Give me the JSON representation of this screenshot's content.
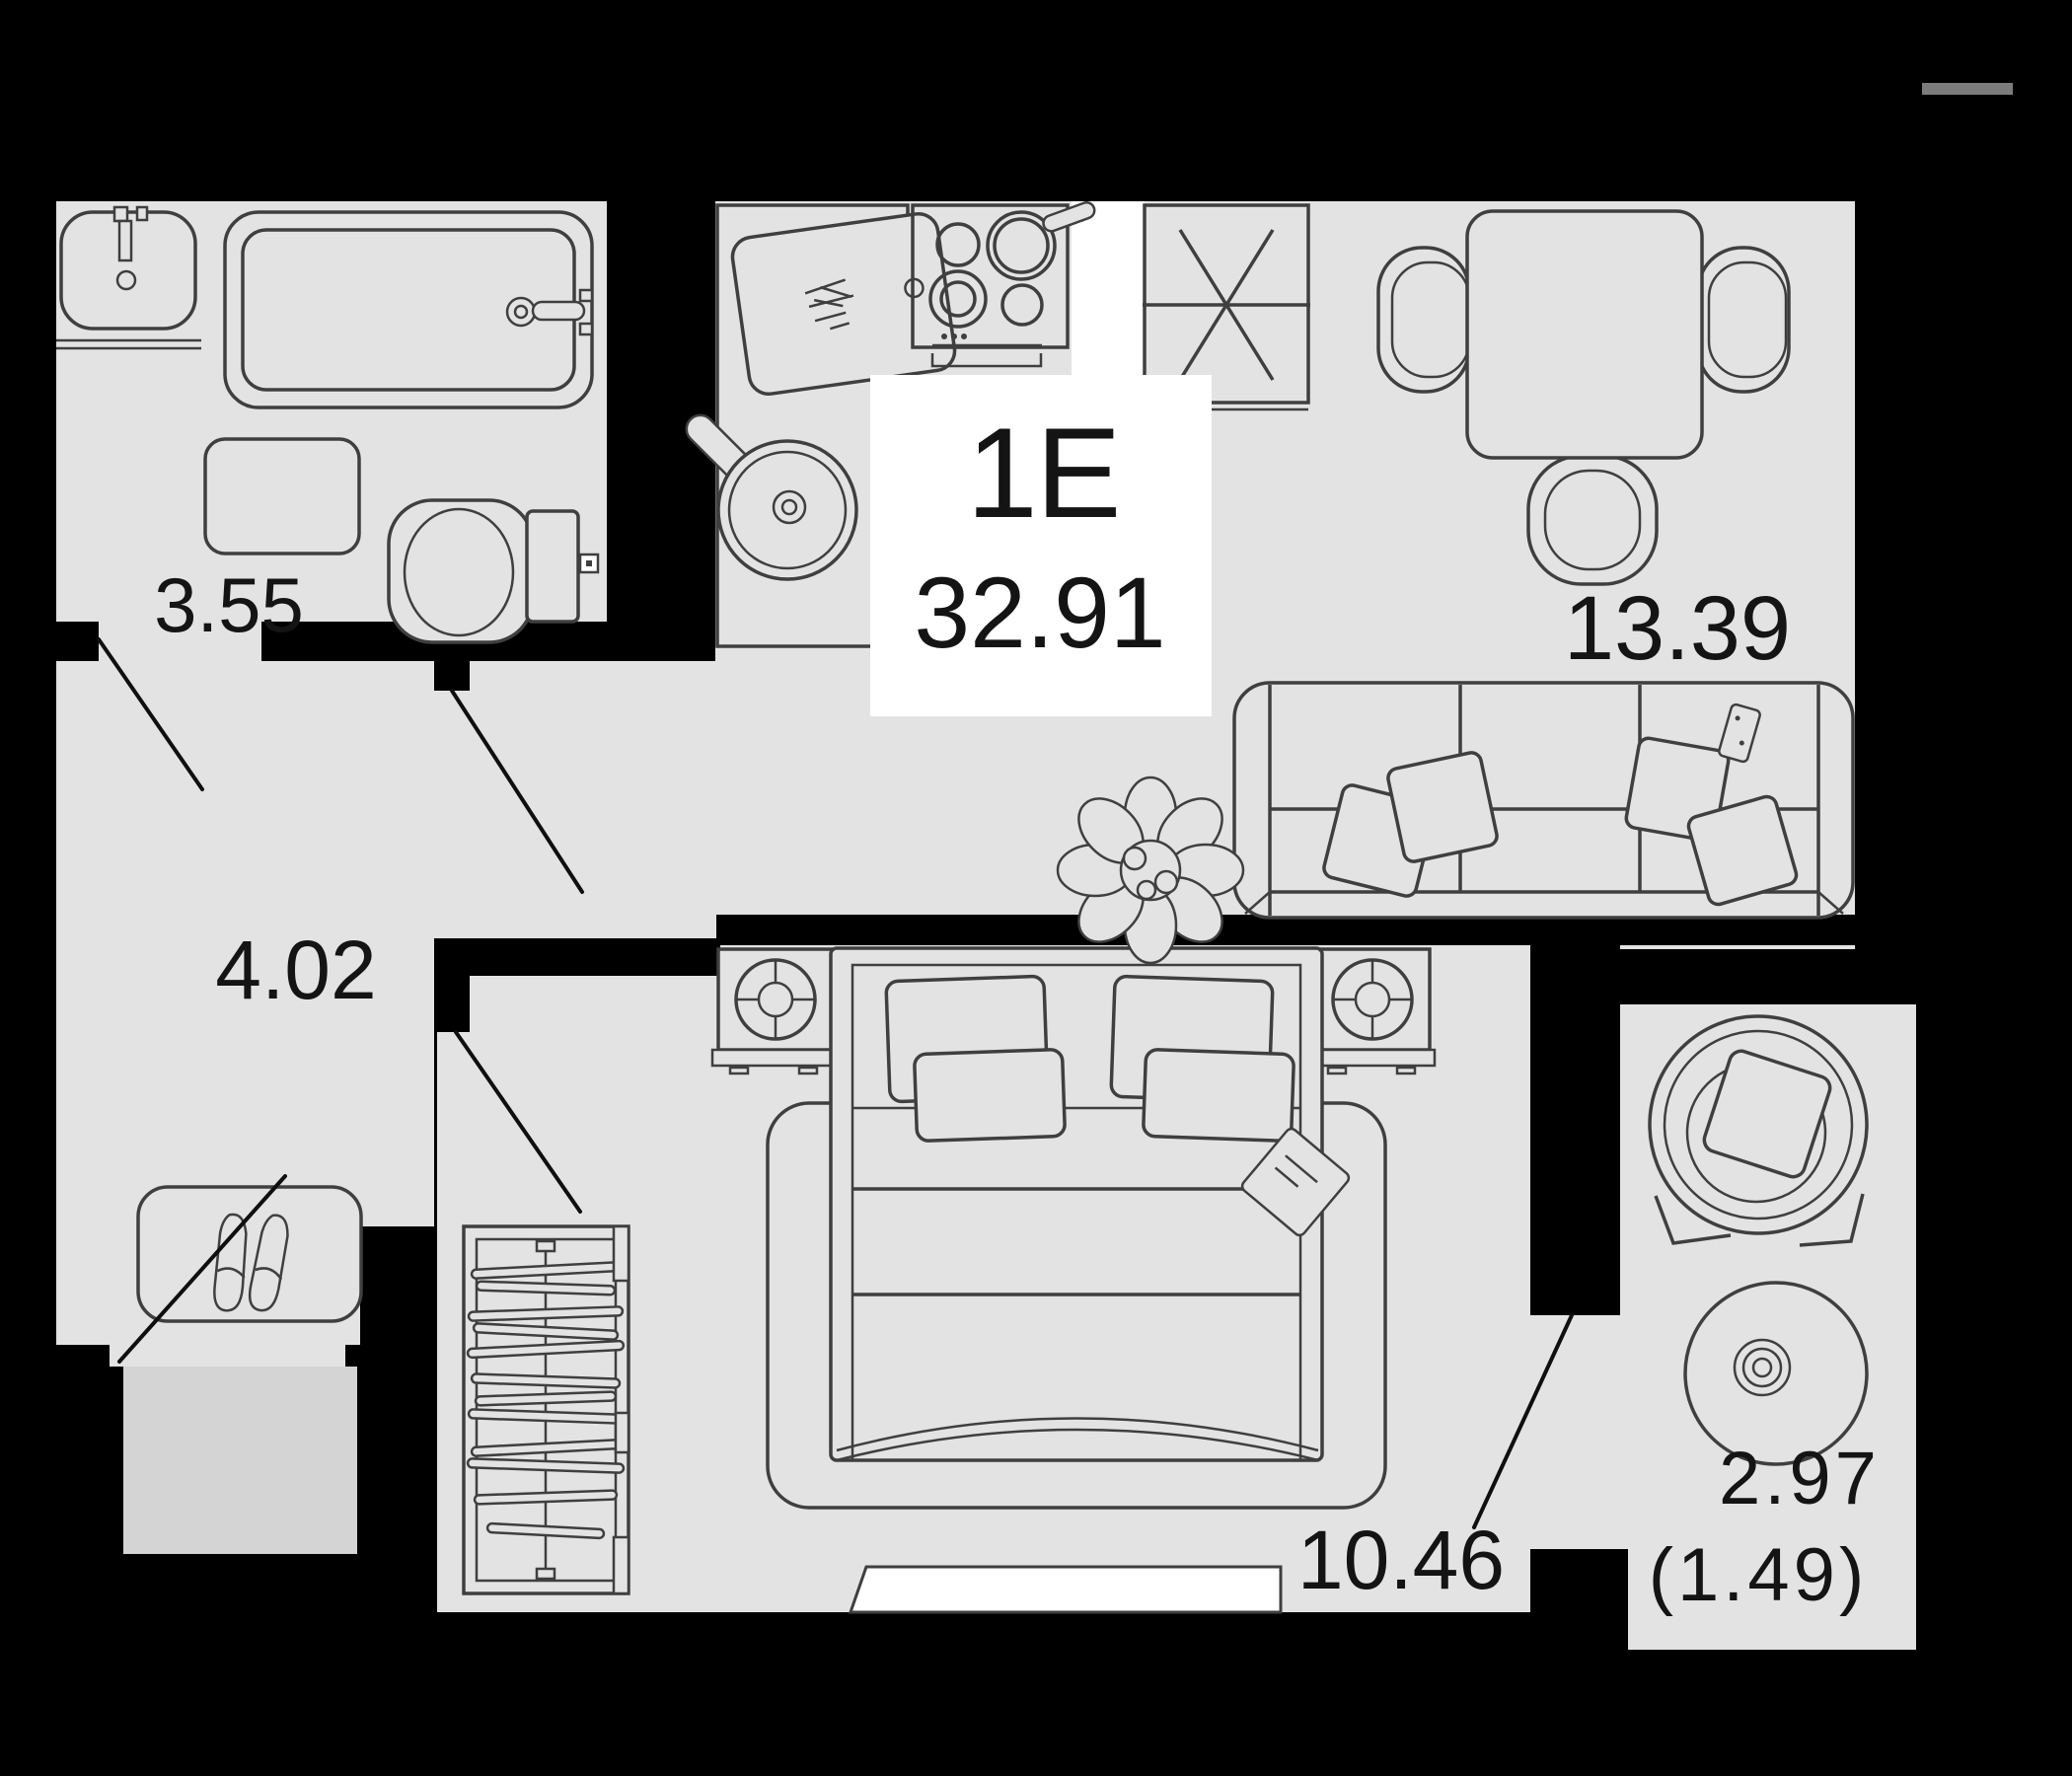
{
  "plan": {
    "unit": {
      "type_label": "1Е",
      "total_area": "32.91"
    },
    "rooms": [
      {
        "name": "bathroom",
        "area_label": "3.55"
      },
      {
        "name": "hallway",
        "area_label": "4.02"
      },
      {
        "name": "kitchen-living-room",
        "area_label": "13.39"
      },
      {
        "name": "bedroom",
        "area_label": "10.46"
      },
      {
        "name": "balcony",
        "area_label": "2.97",
        "area_label_reduced": "(1.49)"
      }
    ],
    "colors": {
      "background": "#000000",
      "floor": "#e3e3e3",
      "floor_outside": "#d4d4d4",
      "wall": "#000000",
      "furniture_outline": "#3f3f3f",
      "label_text": "#141414",
      "label_box": "#ffffff"
    }
  }
}
